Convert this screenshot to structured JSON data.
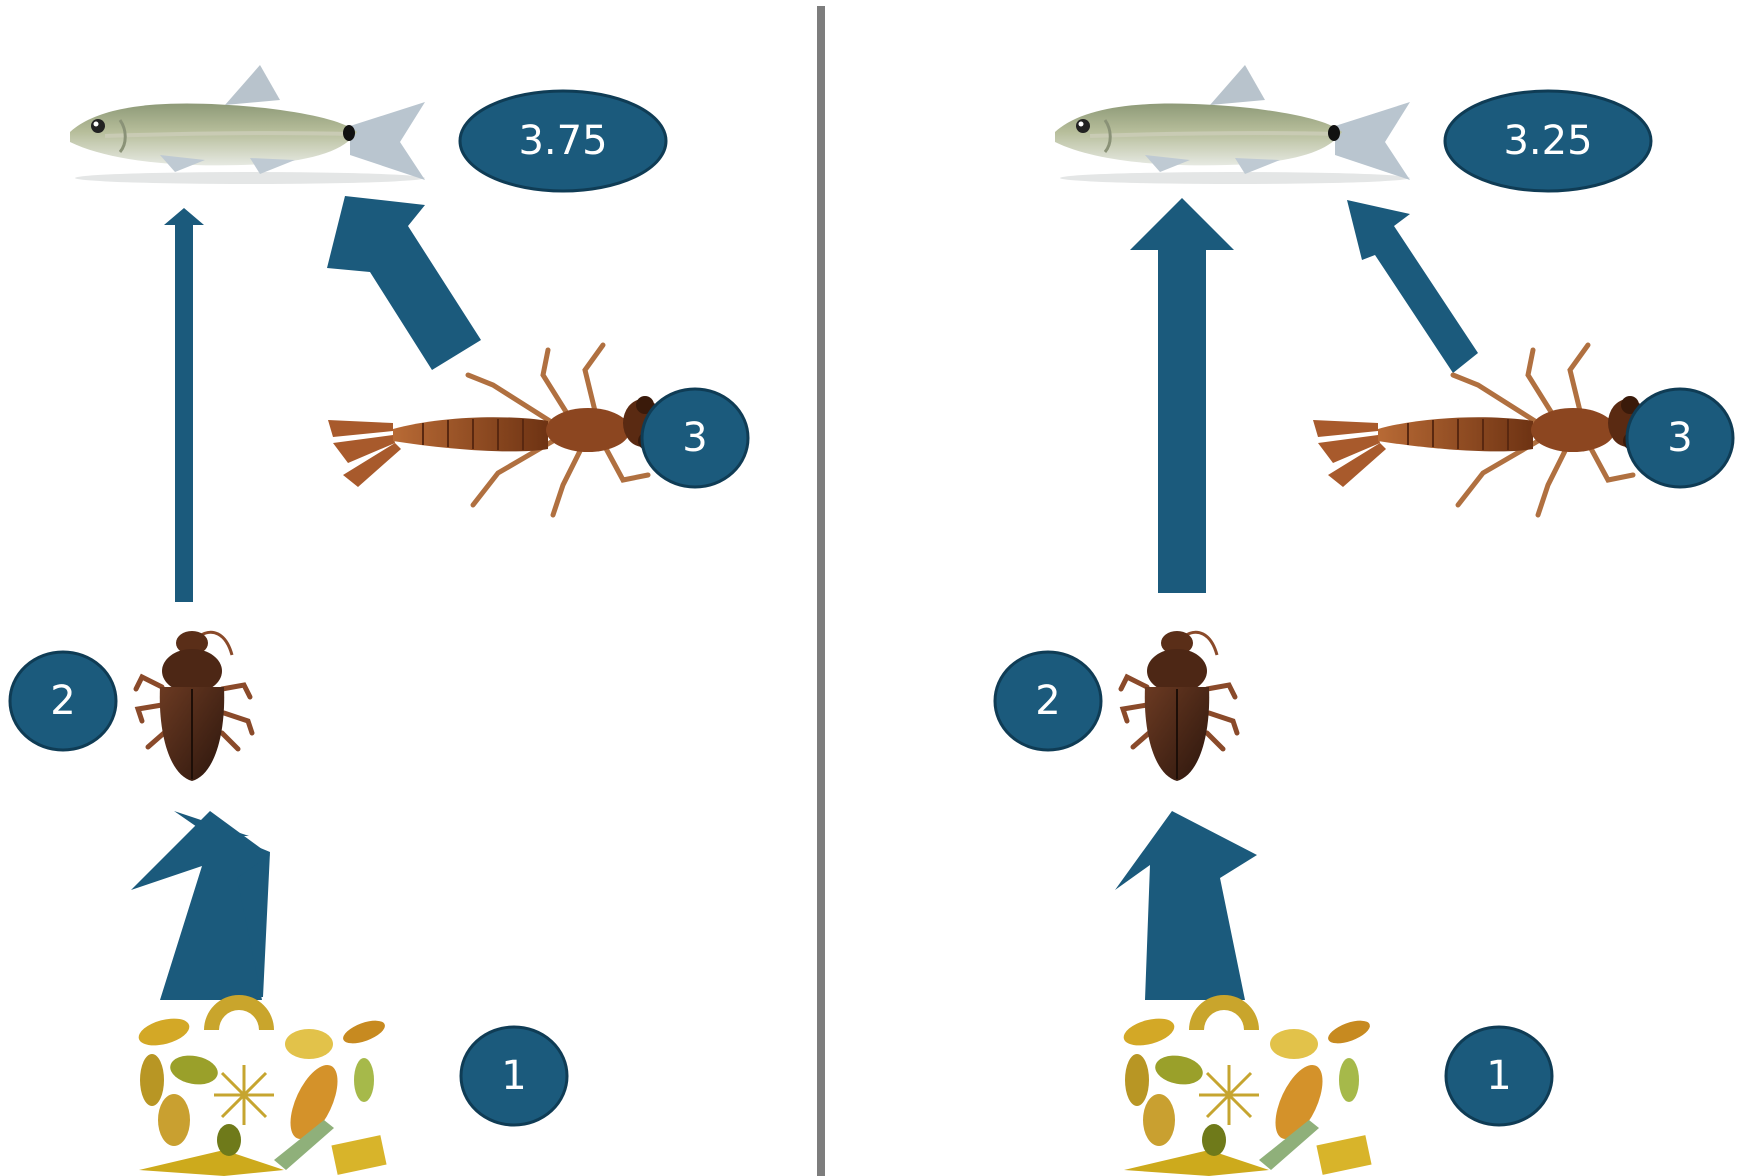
{
  "colors": {
    "accent": "#1b5a7c",
    "divider": "#7d7d7d",
    "fish_body": "#a9b18f",
    "fish_fin": "#b9c6cf",
    "beetle": "#4a2818",
    "nymph": "#9a4f24",
    "algae": "#d9b437"
  },
  "icons": {
    "fish": "minnow-fish-icon",
    "beetle": "beetle-icon",
    "nymph": "damselfly-nymph-icon",
    "algae": "algae-diatom-icon"
  },
  "panels": [
    {
      "trophic_position": "3.75",
      "labels": {
        "producer": "1",
        "beetle": "2",
        "nymph": "3"
      }
    },
    {
      "trophic_position": "3.25",
      "labels": {
        "producer": "1",
        "beetle": "2",
        "nymph": "3"
      }
    }
  ]
}
